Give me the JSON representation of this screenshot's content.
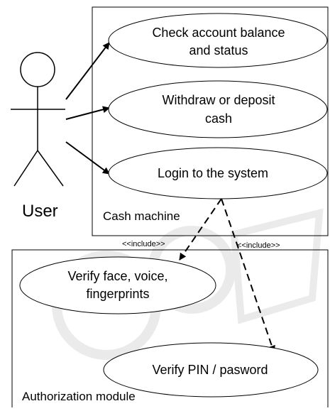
{
  "diagram": {
    "actor": {
      "name": "User"
    },
    "systems": [
      {
        "id": "cash",
        "label": "Cash machine"
      },
      {
        "id": "auth",
        "label": "Authorization module"
      }
    ],
    "use_cases": [
      {
        "id": "uc1",
        "lines": [
          "Check account balance",
          "and status"
        ]
      },
      {
        "id": "uc2",
        "lines": [
          "Withdraw or deposit",
          "cash"
        ]
      },
      {
        "id": "uc3",
        "lines": [
          "Login to the system"
        ]
      },
      {
        "id": "uc4",
        "lines": [
          "Verify face, voice,",
          "fingerprints"
        ]
      },
      {
        "id": "uc5",
        "lines": [
          "Verify PIN / pasword"
        ]
      }
    ],
    "associations": [
      {
        "from": "actor",
        "to": "uc1"
      },
      {
        "from": "actor",
        "to": "uc2"
      },
      {
        "from": "actor",
        "to": "uc3"
      }
    ],
    "includes": [
      {
        "from": "uc3",
        "to": "uc4",
        "label": "<<include>>"
      },
      {
        "from": "uc3",
        "to": "uc5",
        "label": "<<include>>"
      }
    ]
  }
}
